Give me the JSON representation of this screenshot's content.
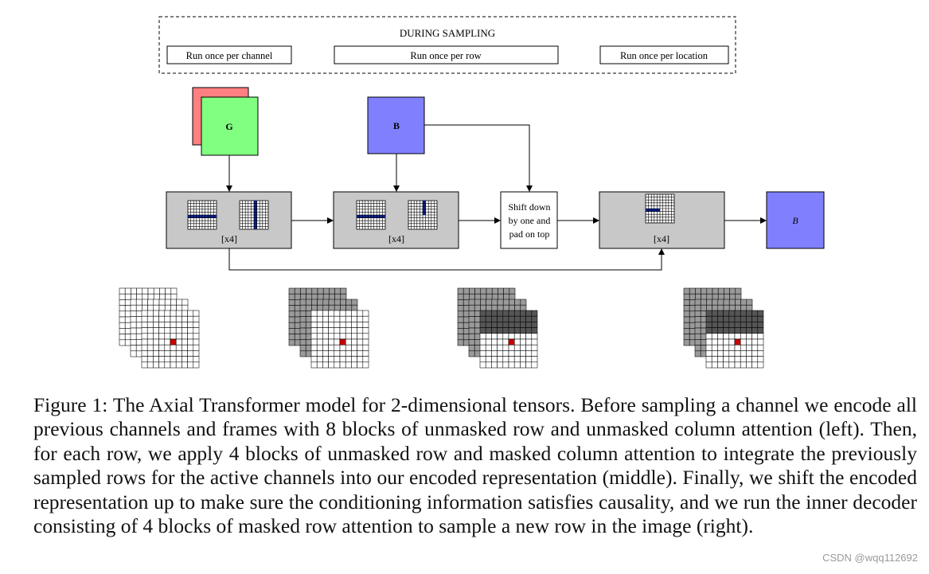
{
  "sampling": {
    "title": "DURING SAMPLING",
    "per_channel": "Run once per channel",
    "per_row": "Run once per row",
    "per_location": "Run once per location"
  },
  "inputs": {
    "g_label": "G",
    "b_label": "B",
    "output_label": "B"
  },
  "blocks": {
    "encoder_repeat": "[x4]",
    "row_repeat": "[x4]",
    "decoder_repeat": "[x4]",
    "shift_lines": [
      "Shift down",
      "by one and",
      "pad on top"
    ]
  },
  "caption": {
    "text": "Figure 1: The Axial Transformer model for 2-dimensional tensors. Before sampling a channel we encode all previous channels and frames with 8 blocks of unmasked row and unmasked column at­tention (left). Then, for each row, we apply 4 blocks of unmasked row and masked column attention to integrate the previously sampled rows for the active channels into our encoded representation (middle). Finally, we shift the encoded representation up to make sure the conditioning information satisfies causality, and we run the inner decoder consisting of 4 blocks of masked row attention to sample a new row in the image (right)."
  },
  "watermark": "CSDN @wqq112692",
  "colors": {
    "green": "#80ff80",
    "red": "#ff8080",
    "blue": "#8080ff",
    "block_gray": "#c8c8c8",
    "attention_blue": "#0a1f8f",
    "active_pixel": "#cc0000"
  }
}
